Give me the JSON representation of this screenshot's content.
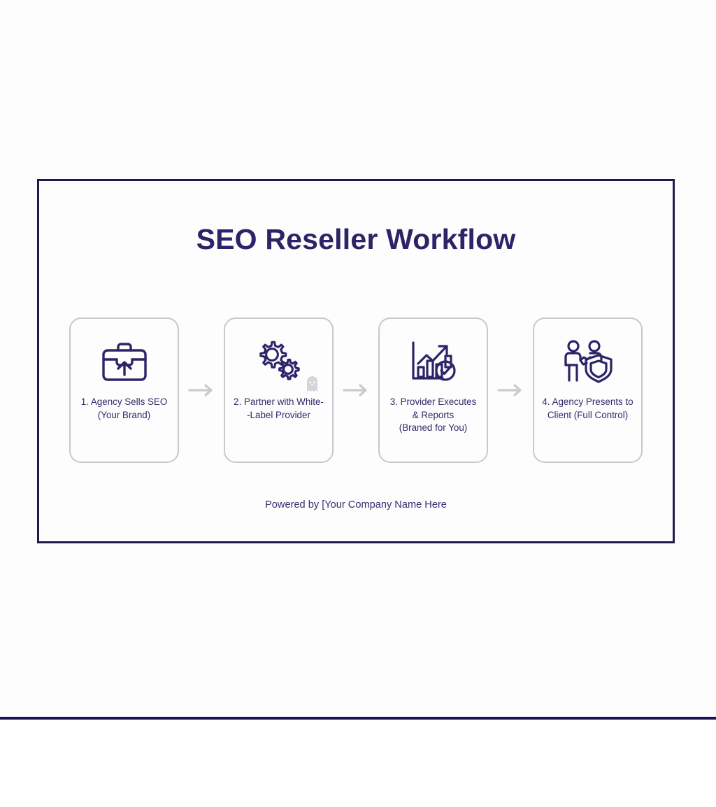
{
  "slide": {
    "title": "SEO Reseller Workflow",
    "footer": "Powered by [Your Company Name Here",
    "frame_color": "#1e1a4d",
    "title_color": "#2b2567",
    "background": "#fcfcfd"
  },
  "page": {
    "rule_color": "#191157"
  },
  "steps": [
    {
      "icon": "briefcase-upload-icon",
      "label": "1. Agency Sells SEO\n(Your Brand)",
      "color": "#2b2567"
    },
    {
      "icon": "gears-icon",
      "label": "2. Partner with White-\n-Label Provider",
      "color": "#2b2567",
      "extra_icon": "ghost-placeholder-icon"
    },
    {
      "icon": "bar-chart-check-icon",
      "label": "3. Provider Executes\n& Reports\n(Braned for You)",
      "color": "#2b2567"
    },
    {
      "icon": "handshake-shield-icon",
      "label": "4. Agency Presents to\nClient (Full Control)",
      "color": "#2b2567"
    }
  ],
  "connectors": [
    {
      "icon": "arrow-right-icon"
    },
    {
      "icon": "arrow-right-icon"
    },
    {
      "icon": "arrow-right-icon"
    }
  ]
}
